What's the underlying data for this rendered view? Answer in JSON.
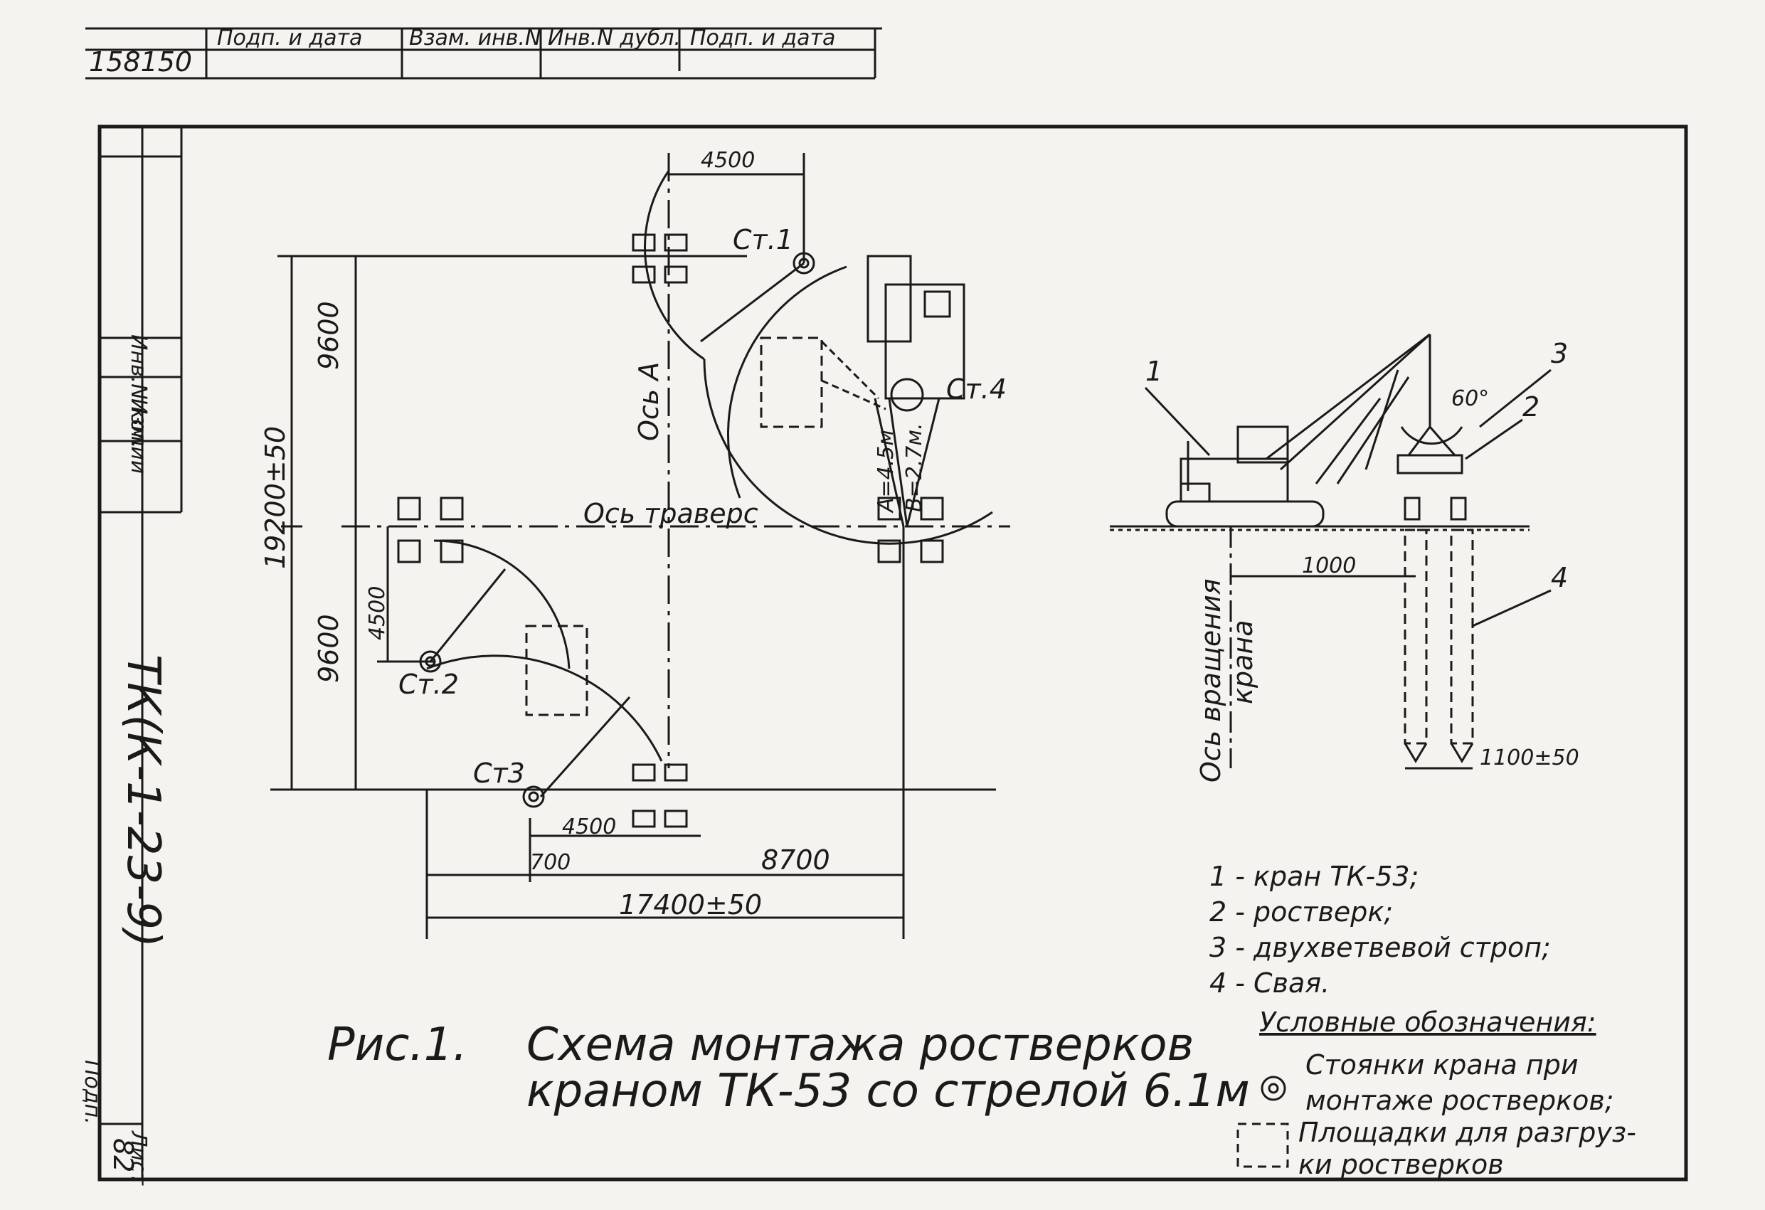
{
  "stamp": {
    "inv_no": "158150",
    "col1": "Подп. и дата",
    "col2": "Взам. инв.N",
    "col3": "Инв.N дубл.",
    "col4": "Подп. и дата"
  },
  "side_stamp": {
    "copy_label": "Инв.N копии",
    "changed_label": "Изм.",
    "code": "ТК(К-1-23-9)",
    "sheet_label": "Лист",
    "sheet_no": "82"
  },
  "plan": {
    "dim_4500_top": "4500",
    "dim_9600_upper": "9600",
    "dim_9600_lower": "9600",
    "dim_19200": "19200±50",
    "dim_4500_left": "4500",
    "dim_4500_bottom": "4500",
    "dim_700": "700",
    "dim_8700": "8700",
    "dim_17400": "17400±50",
    "axis_a": "Ось А",
    "axis_transverse": "Ось траверс",
    "st1": "Ст.1",
    "st2": "Ст.2",
    "st3": "Ст3",
    "st4": "Ст.4",
    "a_dim": "А=4.5м",
    "b_dim": "В=2.7м."
  },
  "section": {
    "n1": "1",
    "n2": "2",
    "n3": "3",
    "n4": "4",
    "angle": "60°",
    "dim_1000": "1000",
    "dim_1100": "1100±50",
    "axis_rotation_1": "Ось вращения",
    "axis_rotation_2": "крана"
  },
  "legend": {
    "items": [
      "1 - кран ТК-53;",
      "2 - ростверк;",
      "3 - двухветвевой строп;",
      "4 - Свая."
    ],
    "title": "Условные обозначения:",
    "sym1_line1": "Стоянки крана при",
    "sym1_line2": "монтаже ростверков;",
    "sym2_line1": "Площадки для разгруз-",
    "sym2_line2": "ки ростверков"
  },
  "caption": {
    "fig": "Рис.1.",
    "line1": "Схема монтажа ростверков",
    "line2": "краном ТК-53 со стрелой 6.1м"
  },
  "signature": "Подп."
}
